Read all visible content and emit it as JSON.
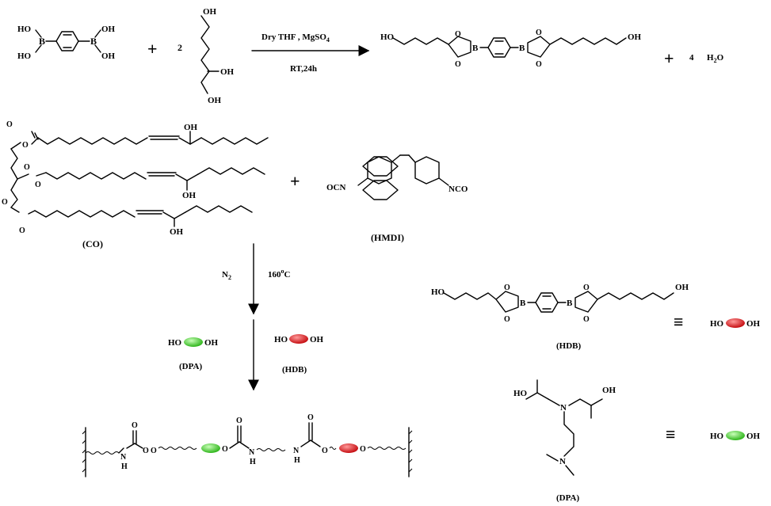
{
  "reaction1": {
    "reactant1_labels": {
      "oh_a": "OH",
      "oh_b": "OH",
      "oh_c": "HO",
      "oh_d": "HO",
      "b1": "B",
      "b2": "B"
    },
    "plus": "+",
    "coefficient": "2",
    "diol_labels": {
      "oh1": "OH",
      "oh2": "OH",
      "oh3": "OH"
    },
    "conditions_top": "Dry THF , MgSO",
    "conditions_top_sub": "4",
    "conditions_bottom": "RT,24h",
    "product_labels": {
      "ho": "HO",
      "oh": "OH",
      "o": "O",
      "b": "B"
    },
    "water_coefficient": "4",
    "water": "H",
    "water_sub": "2",
    "water_tail": "O"
  },
  "reaction2": {
    "co_label": "(CO)",
    "co_atoms": {
      "o": "O",
      "oh": "OH"
    },
    "plus": "+",
    "hmdi_label": "(HMDI)",
    "hmdi_ocn": "OCN",
    "hmdi_nco": "NCO",
    "condition_gas": "N",
    "condition_gas_sub": "2",
    "condition_temp": "160",
    "condition_temp_sup": "o",
    "condition_temp_unit": "C"
  },
  "legend": {
    "ho": "HO",
    "oh": "OH",
    "dpa_label": "(DPA)",
    "hdb_label": "(HDB)",
    "hdb_struct_labels": {
      "ho": "HO",
      "oh": "OH",
      "o": "O",
      "b": "B"
    },
    "dpa_struct_labels": {
      "ho": "HO",
      "oh": "OH",
      "n": "N"
    },
    "equiv": "≡"
  },
  "polymer": {
    "labels": {
      "o": "O",
      "n": "N",
      "h": "H"
    }
  },
  "colors": {
    "dpa_green": "#3fcf2a",
    "hdb_red": "#e0161a",
    "ink": "#000000"
  }
}
